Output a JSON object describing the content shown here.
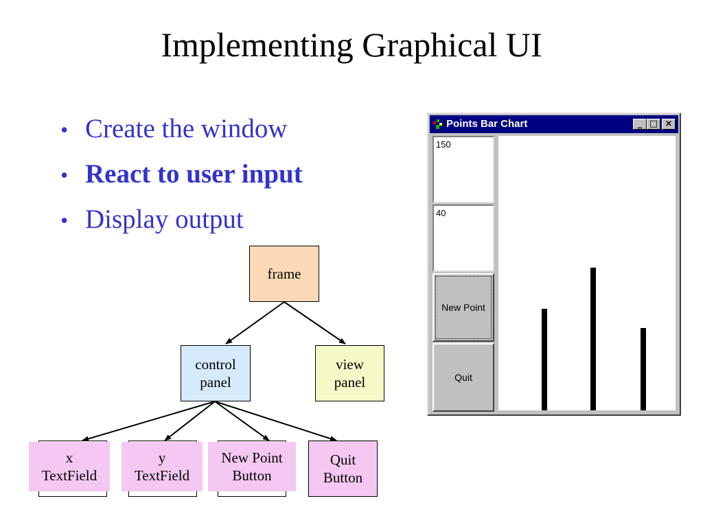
{
  "slide": {
    "title": "Implementing Graphical UI",
    "bullets": [
      {
        "text": "Create the window",
        "bold": false
      },
      {
        "text": "React to user input",
        "bold": true
      },
      {
        "text": "Display output",
        "bold": false
      }
    ]
  },
  "tree": {
    "frame": "frame",
    "control_panel": "control\npanel",
    "view_panel": "view\npanel",
    "leaves": [
      "x\nTextField",
      "y\nTextField",
      "New Point\nButton",
      "Quit\nButton"
    ],
    "colors": {
      "frame": "#fbd9b6",
      "control_panel": "#d6eafc",
      "view_panel": "#f5f9c8",
      "leaf": "#f4c8f0"
    }
  },
  "window": {
    "title": "Points Bar Chart",
    "controls": {
      "minimize": "_",
      "maximize": "□",
      "close": "×"
    },
    "x_value": "150",
    "y_value": "40",
    "new_point_label": "New Point",
    "quit_label": "Quit",
    "bars": [
      0.37,
      0.52,
      0.3
    ]
  }
}
